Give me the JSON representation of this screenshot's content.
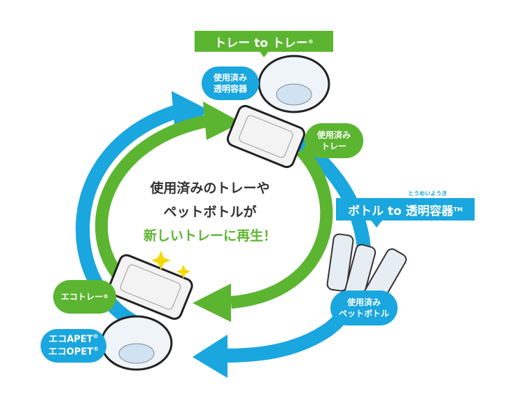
{
  "colors": {
    "green": "#5cb531",
    "blue": "#1aa6de"
  },
  "banner_tray": {
    "text": "トレー to トレー",
    "mark": "®"
  },
  "banner_bottle": {
    "text": "ボトル to 透明容器",
    "mark": "TM",
    "ruby": "とうめいようき"
  },
  "bubbles": {
    "used_container": [
      "使用済み",
      "透明容器"
    ],
    "used_tray": [
      "使用済み",
      "トレー"
    ],
    "used_bottle": [
      "使用済み",
      "ペットボトル"
    ],
    "eco_tray": {
      "text": "エコトレー",
      "mark": "®"
    },
    "eco_apet": {
      "line1": "エコAPET",
      "line2": "エコOPET",
      "mark": "®"
    }
  },
  "center": {
    "line1": "使用済みのトレーや",
    "line2": "ペットボトルが",
    "line3": "新しいトレーに再生！"
  }
}
